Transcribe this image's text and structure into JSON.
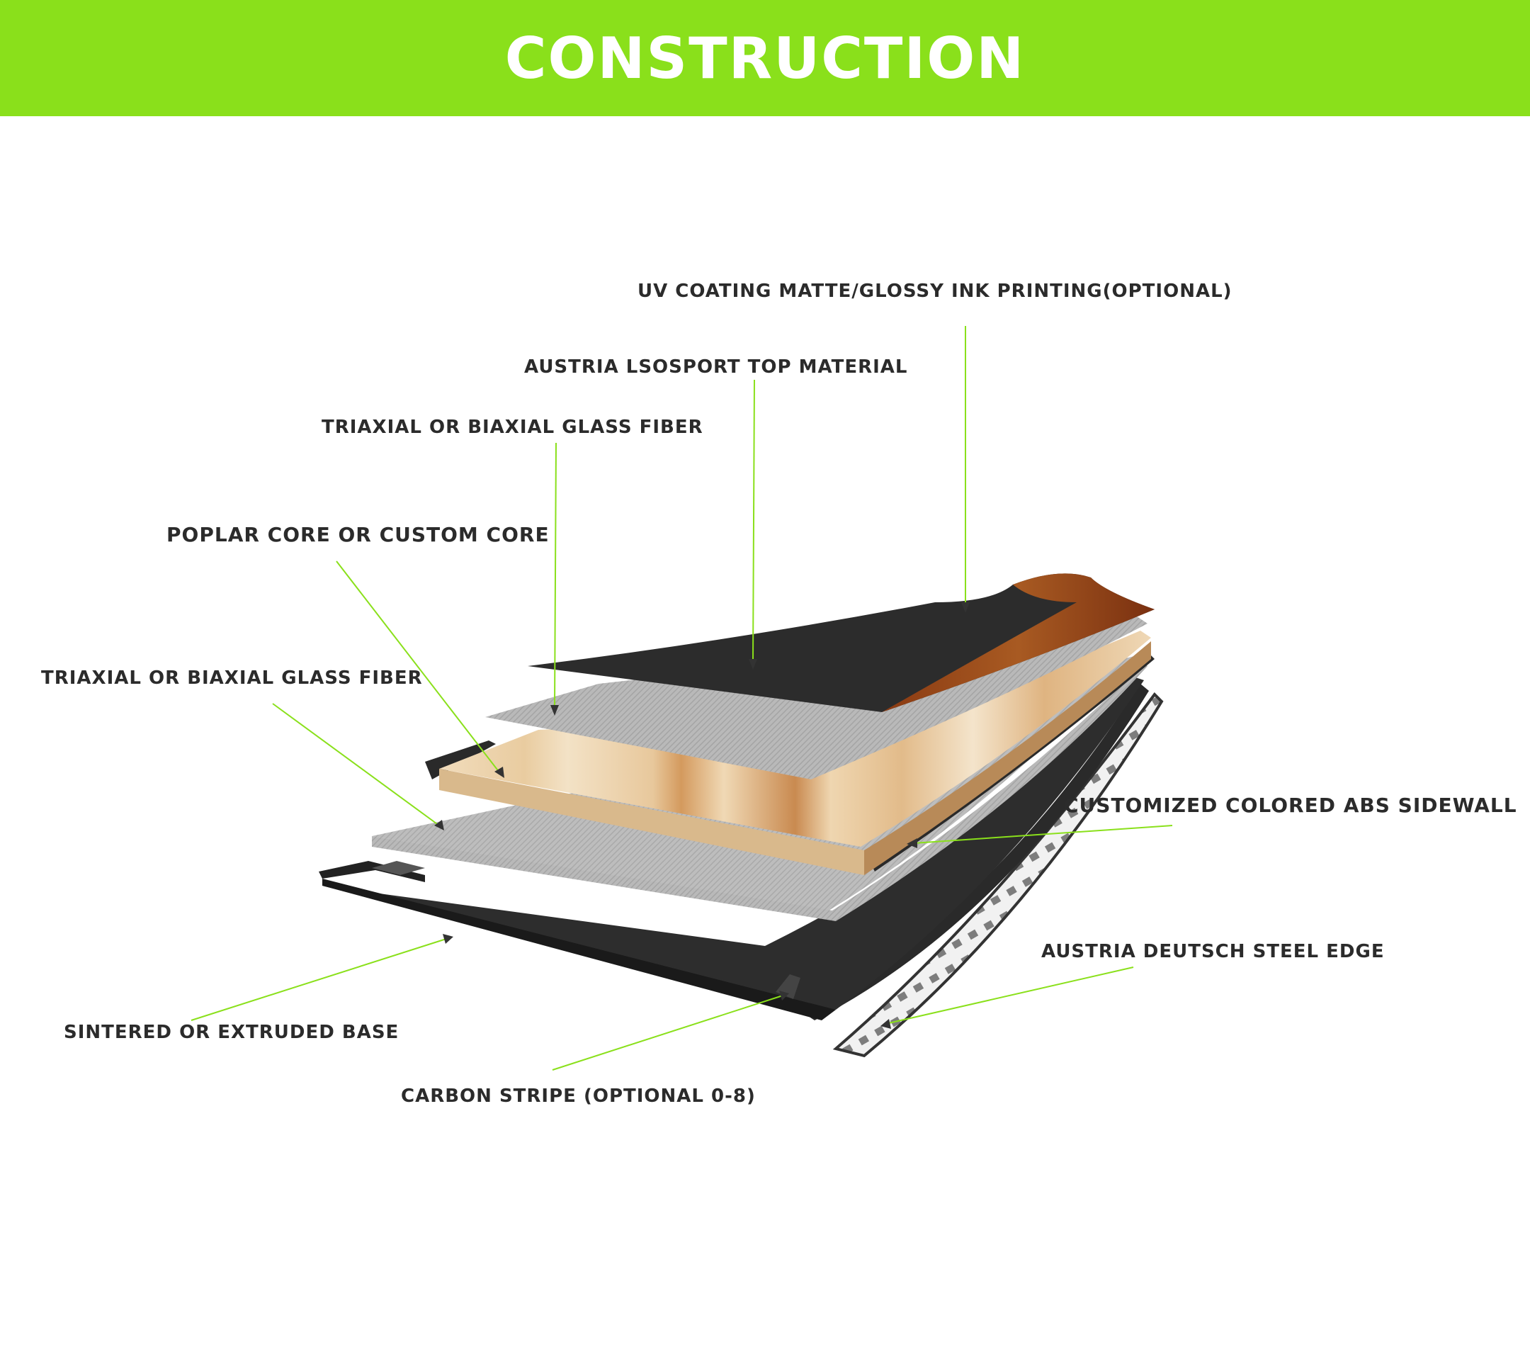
{
  "header": {
    "title": "CONSTRUCTION"
  },
  "colors": {
    "accent": "#8ae01b",
    "leader": "#8ae01b",
    "text": "#2b2b2b"
  },
  "labels": {
    "uv_coating": "UV COATING MATTE/GLOSSY INK PRINTING(OPTIONAL)",
    "top_material": "AUSTRIA LSOSPORT TOP MATERIAL",
    "glass_fiber_top": "TRIAXIAL OR BIAXIAL GLASS FIBER",
    "core": "POPLAR CORE OR CUSTOM CORE",
    "glass_fiber_bottom": "TRIAXIAL OR BIAXIAL GLASS FIBER",
    "sidewall": "CUSTOMIZED COLORED ABS SIDEWALL",
    "steel_edge": "AUSTRIA DEUTSCH STEEL EDGE",
    "base": "SINTERED OR EXTRUDED BASE",
    "carbon_stripe": "CARBON STRIPE (OPTIONAL 0-8)"
  }
}
